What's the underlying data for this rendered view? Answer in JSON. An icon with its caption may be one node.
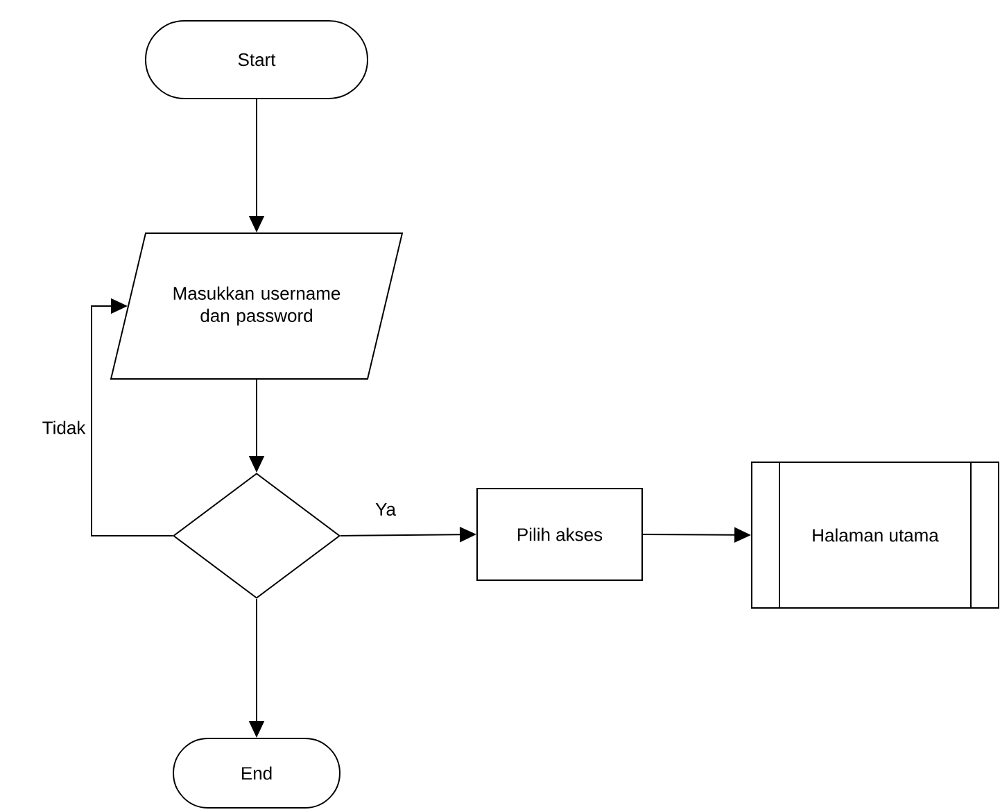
{
  "diagram": {
    "nodes": [
      {
        "text": [
          "Start"
        ]
      },
      {
        "text": [
          "Masukkan username dan password"
        ]
      },
      {
        "text": [],
        "shape": "diamond"
      },
      {
        "text": [
          "End"
        ]
      },
      {
        "text": [
          "Pilih akses"
        ]
      },
      {
        "text": [
          "Halaman utama"
        ]
      }
    ],
    "edges": [
      {
        "from": 0,
        "to": 1,
        "arrow": "to"
      },
      {
        "from": 1,
        "to": 2,
        "arrow": "to"
      },
      {
        "from": 2,
        "to": 1,
        "arrow": "to",
        "label": "Tidak"
      },
      {
        "from": 2,
        "to": 3,
        "arrow": "to"
      },
      {
        "from": 2,
        "to": 4,
        "arrow": "to",
        "label": "Ya"
      },
      {
        "from": 4,
        "to": 5,
        "arrow": "to"
      }
    ]
  }
}
